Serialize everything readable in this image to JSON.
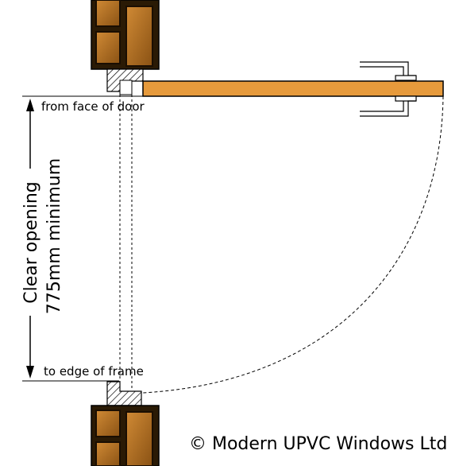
{
  "labels": {
    "top_reference": "from face of door",
    "bottom_reference": "to edge of frame",
    "clear_opening_line1": "Clear opening",
    "clear_opening_line2": "775mm minimum",
    "copyright": "© Modern UPVC Windows Ltd"
  },
  "colors": {
    "door_leaf": "#e69a3c",
    "brick": "#b5701f",
    "brick_dark": "#6e3f10",
    "mortar": "#3a2206",
    "line": "#000000"
  }
}
